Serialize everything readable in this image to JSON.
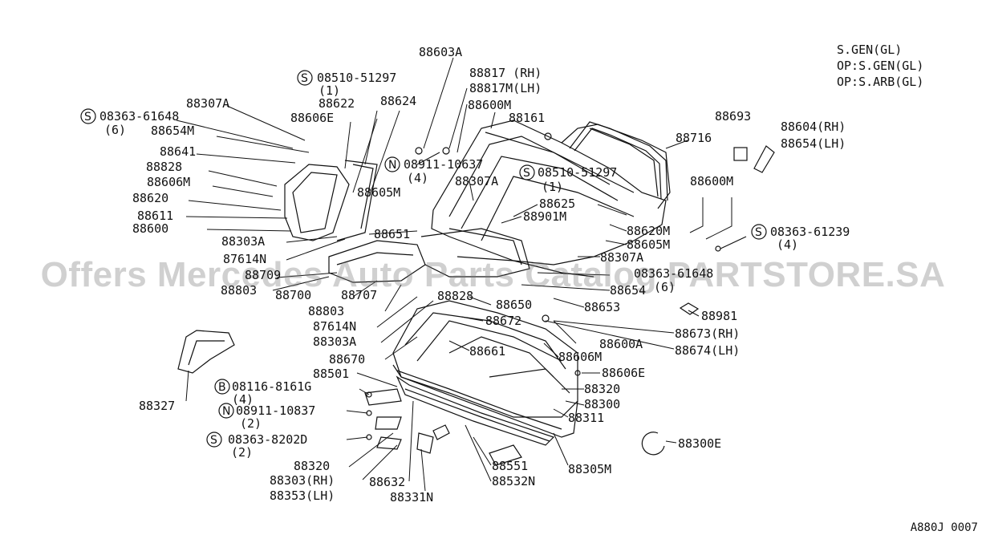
{
  "legend": [
    "S.GEN(GL)",
    "OP:S.GEN(GL)",
    "OP:S.ARB(GL)"
  ],
  "watermark": "Offers Mercedes Auto Parts Catalog PARTSTORE.SA",
  "diagram_code": "A880J 0007",
  "callouts": {
    "c_88603A": "88603A",
    "c_08510_51297_a": "08510-51297",
    "c_qty_1a": "(1)",
    "c_88817_rh": "88817 (RH)",
    "c_88817m_lh": "88817M(LH)",
    "c_88307A_a": "88307A",
    "c_88622": "88622",
    "c_88624": "88624",
    "c_88600M_a": "88600M",
    "c_08363_61648_a": "08363-61648",
    "c_qty_6a": "(6)",
    "c_88606E_a": "88606E",
    "c_88654M": "88654M",
    "c_88161": "88161",
    "c_88641": "88641",
    "c_88828_a": "88828",
    "c_88606M_a": "88606M",
    "c_88620": "88620",
    "c_88611": "88611",
    "c_88600": "88600",
    "c_08911_10637": "08911-10637",
    "c_qty_4a": "(4)",
    "c_88605M_a": "88605M",
    "c_88307A_b": "88307A",
    "c_08510_51297_b": "08510-51297",
    "c_qty_1b": "(1)",
    "c_88625": "88625",
    "c_88901M": "88901M",
    "c_88303A_a": "88303A",
    "c_88651": "88651",
    "c_87614N_a": "87614N",
    "c_88709": "88709",
    "c_88803_a": "88803",
    "c_88700": "88700",
    "c_88707": "88707",
    "c_88803_b": "88803",
    "c_87614N_b": "87614N",
    "c_88303A_b": "88303A",
    "c_88670": "88670",
    "c_88828_b": "88828",
    "c_88650": "88650",
    "c_88672": "88672",
    "c_88661": "88661",
    "c_88693": "88693",
    "c_88716": "88716",
    "c_88604_rh": "88604(RH)",
    "c_88654_lh": "88654(LH)",
    "c_88600M_b": "88600M",
    "c_88620M": "88620M",
    "c_88605M_b": "88605M",
    "c_08363_61239": "08363-61239",
    "c_qty_4b": "(4)",
    "c_88307A_c": "88307A",
    "c_08363_61648_b": "08363-61648",
    "c_88654": "88654",
    "c_qty_6b": "(6)",
    "c_88653": "88653",
    "c_88981": "88981",
    "c_88673_rh": "88673(RH)",
    "c_88674_lh": "88674(LH)",
    "c_88600A": "88600A",
    "c_88606M_b": "88606M",
    "c_88606E_b": "88606E",
    "c_88320_a": "88320",
    "c_88300": "88300",
    "c_88311": "88311",
    "c_88501": "88501",
    "c_08116_8161G": "08116-8161G",
    "c_qty_4c": "(4)",
    "c_08911_10837": "08911-10837",
    "c_qty_2a": "(2)",
    "c_08363_8202D": "08363-8202D",
    "c_qty_2b": "(2)",
    "c_88327": "88327",
    "c_88320_b": "88320",
    "c_88303_rh": "88303(RH)",
    "c_88353_lh": "88353(LH)",
    "c_88632": "88632",
    "c_88331N": "88331N",
    "c_88551": "88551",
    "c_88532N": "88532N",
    "c_88305M": "88305M",
    "c_88300E": "88300E"
  },
  "symbols": {
    "s1": "S",
    "s2": "S",
    "s3": "N",
    "s4": "S",
    "s5": "S",
    "s6": "B",
    "s7": "N",
    "s8": "S"
  }
}
